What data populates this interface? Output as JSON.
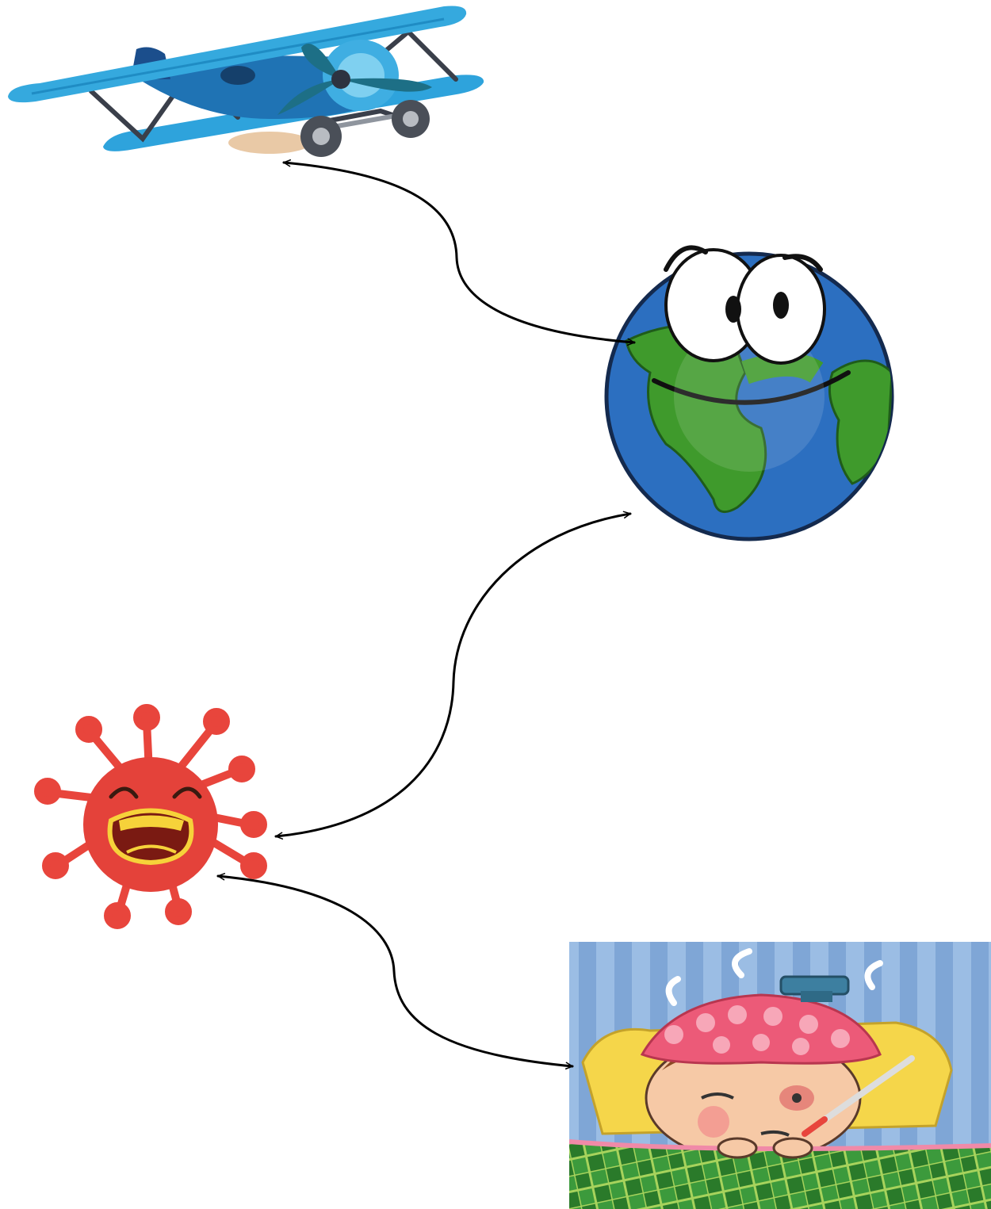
{
  "diagram": {
    "background": "#ffffff",
    "nodes": [
      {
        "id": "airplane",
        "icon": "biplane-illustration"
      },
      {
        "id": "earth",
        "icon": "smiling-earth-illustration"
      },
      {
        "id": "virus",
        "icon": "laughing-virus-illustration"
      },
      {
        "id": "sick-child",
        "icon": "sick-child-in-bed-illustration"
      }
    ],
    "connectors": [
      {
        "from": "airplane",
        "to": "earth",
        "direction": "both"
      },
      {
        "from": "earth",
        "to": "virus",
        "direction": "both"
      },
      {
        "from": "virus",
        "to": "sick-child",
        "direction": "both"
      }
    ],
    "colors": {
      "arrow": "#000000",
      "plane_blue": "#2ea3dc",
      "plane_body": "#1f73b4",
      "ocean": "#2c6fc0",
      "land": "#3f9a2c",
      "virus_red": "#e8453c",
      "virus_mouth": "#f6d23a",
      "wall_stripe": "#7fa6d6",
      "hot_water_bottle": "#ec5a78",
      "blanket_green": "#3c9a3c"
    }
  }
}
